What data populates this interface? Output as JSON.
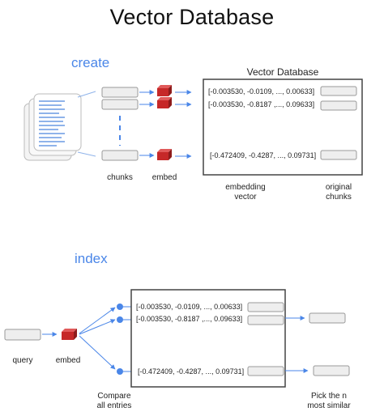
{
  "title": "Vector Database",
  "create": {
    "section_label": "create",
    "db_title": "Vector Database",
    "chunks_label": "chunks",
    "embed_label": "embed",
    "embedding_vector_label": [
      "embedding",
      "vector"
    ],
    "original_chunks_label": [
      "original",
      "chunks"
    ],
    "vectors": [
      "[-0.003530, -0.0109, ..., 0.00633]",
      "[-0.003530, -0.8187 ,..., 0.09633]",
      "[-0.472409, -0.4287, ..., 0.09731]"
    ]
  },
  "index": {
    "section_label": "index",
    "query_label": "query",
    "embed_label": "embed",
    "compare_label": [
      "Compare",
      "all entries"
    ],
    "pick_label": [
      "Pick the n",
      "most similar"
    ],
    "vectors": [
      "[-0.003530, -0.0109, ..., 0.00633]",
      "[-0.003530, -0.8187 ,..., 0.09633]",
      "[-0.472409, -0.4287, ..., 0.09731]"
    ]
  },
  "colors": {
    "accent_blue": "#4a86e8",
    "embed_red": "#c62828",
    "box_fill": "#eeeeee",
    "box_stroke": "#999999",
    "doc_lines": "#8fb3ea"
  }
}
